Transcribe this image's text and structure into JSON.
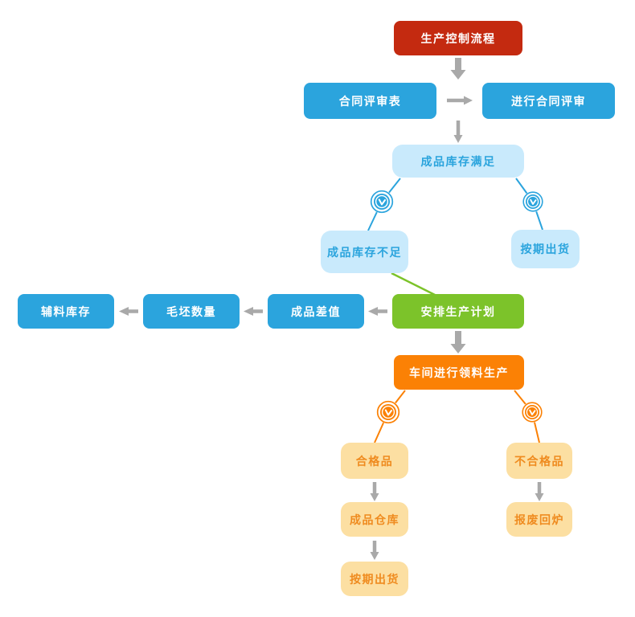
{
  "diagram_title": "生产控制流程",
  "nodes": {
    "start": {
      "label": "生产控制流程"
    },
    "contract_form": {
      "label": "合同评审表"
    },
    "conduct_review": {
      "label": "进行合同评审"
    },
    "stock_sufficient": {
      "label": "成品库存满足"
    },
    "stock_insufficient": {
      "label": "成品库存不足"
    },
    "ship_on_time_mid": {
      "label": "按期出货"
    },
    "aux_stock": {
      "label": "辅料库存"
    },
    "blank_qty": {
      "label": "毛坯数量"
    },
    "product_diff": {
      "label": "成品差值"
    },
    "schedule_plan": {
      "label": "安排生产计划"
    },
    "workshop": {
      "label": "车间进行领料生产"
    },
    "qualified": {
      "label": "合格品"
    },
    "unqualified": {
      "label": "不合格品"
    },
    "warehouse": {
      "label": "成品仓库"
    },
    "scrap": {
      "label": "报废回炉"
    },
    "ship_on_time_final": {
      "label": "按期出货"
    }
  },
  "icons": {
    "branch_marker": "clock-icon"
  },
  "edges": [
    {
      "from": "start",
      "to": "contract_review_row",
      "type": "thick-arrow-down"
    },
    {
      "from": "contract_form",
      "to": "conduct_review",
      "type": "arrow-right"
    },
    {
      "from": "contract_review_row",
      "to": "stock_sufficient",
      "type": "arrow-down"
    },
    {
      "from": "stock_sufficient",
      "to": "stock_insufficient",
      "type": "branch-line-with-clock"
    },
    {
      "from": "stock_sufficient",
      "to": "ship_on_time_mid",
      "type": "branch-line-with-clock"
    },
    {
      "from": "stock_insufficient",
      "to": "schedule_plan",
      "type": "green-line"
    },
    {
      "from": "schedule_plan",
      "to": "product_diff",
      "type": "arrow-left"
    },
    {
      "from": "product_diff",
      "to": "blank_qty",
      "type": "arrow-left"
    },
    {
      "from": "blank_qty",
      "to": "aux_stock",
      "type": "arrow-left"
    },
    {
      "from": "schedule_plan",
      "to": "workshop",
      "type": "thick-arrow-down"
    },
    {
      "from": "workshop",
      "to": "qualified",
      "type": "branch-line-with-clock"
    },
    {
      "from": "workshop",
      "to": "unqualified",
      "type": "branch-line-with-clock"
    },
    {
      "from": "qualified",
      "to": "warehouse",
      "type": "arrow-down"
    },
    {
      "from": "warehouse",
      "to": "ship_on_time_final",
      "type": "arrow-down"
    },
    {
      "from": "unqualified",
      "to": "scrap",
      "type": "arrow-down"
    }
  ],
  "colors": {
    "red": "#c42a10",
    "blue": "#2ba4dd",
    "light_blue_bg": "#c9eafc",
    "light_blue_text": "#2aa4dd",
    "green": "#7cc32a",
    "orange": "#fb8105",
    "light_orange_bg": "#fcdfa2",
    "light_orange_text": "#ef8b1f",
    "arrow_gray": "#a9a9a9",
    "background": "#ffffff"
  }
}
